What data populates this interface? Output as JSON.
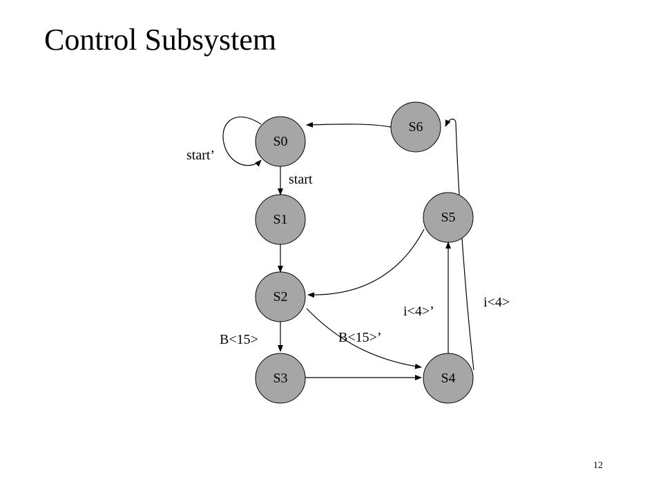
{
  "slide": {
    "title": "Control Subsystem",
    "page_number": "12"
  },
  "colors": {
    "state_fill": "#a6a6a6",
    "stroke": "#000000"
  },
  "states": {
    "s0": "S0",
    "s1": "S1",
    "s2": "S2",
    "s3": "S3",
    "s4": "S4",
    "s5": "S5",
    "s6": "S6"
  },
  "labels": {
    "start_not": "start’",
    "start": "start",
    "b15": "B<15>",
    "b15_not": "B<15>’",
    "i4_not": "i<4>’",
    "i4": "i<4>"
  }
}
